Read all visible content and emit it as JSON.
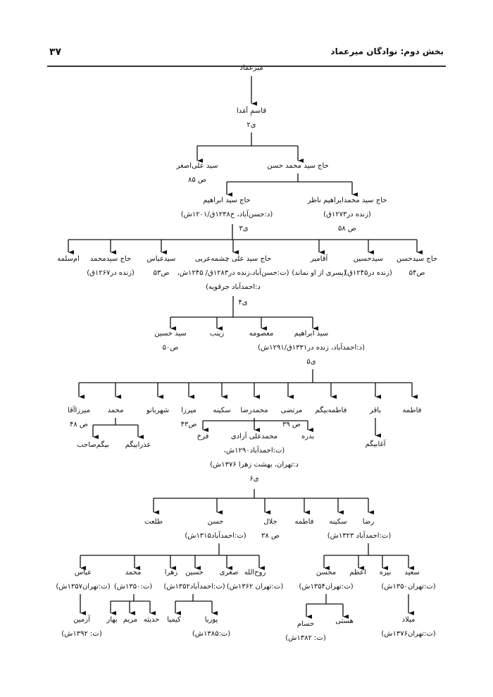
{
  "header": {
    "section_title": "بخش دوم: نوادگان میرعماد",
    "page_number": "۳۷"
  },
  "n": {
    "mir": [
      "میرعماد"
    ],
    "qasem": [
      "قاسمِ اَمَدا",
      "ی۲"
    ],
    "aliasghar": [
      "سید علی‌اصغر",
      "ص ۸۵"
    ],
    "mhasan": [
      "حاج سید محمد حسن"
    ],
    "ebrahim": [
      "حاج سید ابراهیم",
      "(د:حسن‌آباد، ح۱۲۳۸ق/۱۲۰۱ش)"
    ],
    "g3": [
      "ی۳"
    ],
    "nazer": [
      "حاج سید محمدابراهیم ناظر",
      "(زنده در۱۲۷۳ق)",
      "ص ۵۸"
    ],
    "omsalame": [
      "ام‌سلمه"
    ],
    "sMohammad": [
      "حاج سیدمحمد",
      "(زنده در۱۲۶۷ق)"
    ],
    "sAbbas": [
      "سیدعباس",
      "ص۵۳"
    ],
    "cheshme": [
      "حاج سید علی چشمه‌عربی",
      "(ت:حسن‌آباد،زنده در۱۲۸۳ق/ ۱۲۴۵ش،",
      "د:احمدآباد جرقویه)"
    ],
    "aghamir": [
      "آقامیر",
      "(پسری از او نماند)"
    ],
    "sHosein": [
      "سیدحسین",
      "(زنده در۱۲۴۵ق)"
    ],
    "sHasan": [
      "حاج سیدحسن",
      "ص۵۴"
    ],
    "g4": [
      "ی۴"
    ],
    "sHosein2": [
      "سید حسین",
      "ص۵۰"
    ],
    "zeinab": [
      "زینب"
    ],
    "masoume": [
      "معصومه"
    ],
    "sEbrahim": [
      "سید ابراهیم",
      "(د:احمدآباد، زنده در۱۳۳۱ق/۱۲۹۱ش)",
      "ی۵"
    ],
    "mirzaagha": [
      "میرزاآقا",
      "ص ۴۸"
    ],
    "mohammad": [
      "محمد"
    ],
    "shahrbanoo": [
      "شهربانو"
    ],
    "mirza": [
      "میرزا",
      "ص۴۳"
    ],
    "sakine": [
      "سکینه"
    ],
    "mreza": [
      "محمدرضا"
    ],
    "morteza": [
      "مرتضی",
      "ص ۳۹"
    ],
    "fbeygom": [
      "فاطمه‌بیگم"
    ],
    "bagher": [
      "باقر"
    ],
    "fateme": [
      "فاطمه"
    ],
    "beygomsaheb": [
      "بیگم‌صاحب"
    ],
    "ozra": [
      "عذرابیگم"
    ],
    "farrokh": [
      "فرخ"
    ],
    "azadi": [
      "محمدعلی آزادی",
      "(ت:احمدآباد۱۲۹۰ش،",
      "د:تهران، بهشت زهرا ۱۳۷۶ش)",
      "ی۶"
    ],
    "badre": [
      "بدره"
    ],
    "aghabeygom": [
      "آغابیگم"
    ],
    "talat": [
      "طلعت"
    ],
    "hasan": [
      "حسن",
      "(ت:احمدآباد۱۳۱۵ش)"
    ],
    "jalal": [
      "جلال",
      "ص ۳۸"
    ],
    "fateme2": [
      "فاطمه"
    ],
    "sakine2": [
      "سکینه"
    ],
    "reza": [
      "رضا",
      "(ت:احمدآباد ۱۳۲۳ش)"
    ],
    "abbas": [
      "عباس",
      "(ت:تهران۱۳۵۷ش)"
    ],
    "mohammad2": [
      "محمد",
      "(ت:۱۳۵۰ش)"
    ],
    "zahra": [
      "زهرا"
    ],
    "hosein": [
      "حسین",
      "(ت:احمدآباد۱۳۵۲ش)"
    ],
    "soghra": [
      "صغری"
    ],
    "rouhollah": [
      "روح‌الله",
      "(ت:تهران ۱۳۶۲ش)"
    ],
    "mohsen": [
      "محسن",
      "(ت:تهران۱۳۵۴ش)"
    ],
    "azam": [
      "اعظم"
    ],
    "nayyere": [
      "نیره"
    ],
    "saeed": [
      "سعید",
      "(ت:تهران۱۳۵۰ش)"
    ],
    "armin": [
      "آرمین",
      "(ت: ۱۳۹۲ش)"
    ],
    "bahar": [
      "بهار"
    ],
    "maryam": [
      "مریم"
    ],
    "hadise": [
      "حدیثه"
    ],
    "kimia": [
      "کیمیا"
    ],
    "pouria": [
      "پوریا",
      "(ت:۱۳۸۵ش)"
    ],
    "hesam": [
      "حسام",
      "(ت: ۱۳۸۲ش)"
    ],
    "hasti": [
      "هستی"
    ],
    "milad": [
      "میلاد",
      "(ت:تهران۱۳۷۶ش)"
    ]
  }
}
